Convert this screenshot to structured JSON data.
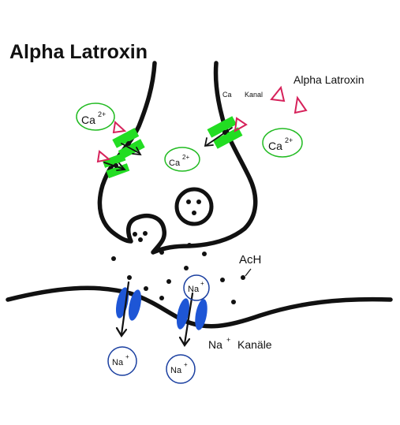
{
  "title": "Alpha Latroxin",
  "legend_toxin": "Alpha Latroxin",
  "ca_channel_label": {
    "ca": "Ca",
    "kanal": "Kanal"
  },
  "ach_label": "AcH",
  "na_channels_label": {
    "na": "Na",
    "sup": "+",
    "kanaele": "Kanäle"
  },
  "calcium_ions": [
    {
      "base": "Ca",
      "charge": "2+"
    },
    {
      "base": "Ca",
      "charge": "2+"
    },
    {
      "base": "Ca",
      "charge": "2+"
    }
  ],
  "sodium_ions": [
    {
      "base": "Na",
      "charge": "+"
    },
    {
      "base": "Na",
      "charge": "+"
    },
    {
      "base": "Na",
      "charge": "+"
    }
  ],
  "colors": {
    "outline": "#111111",
    "ca_channel": "#22dd22",
    "ca_ion_ring": "#22bb22",
    "na_channel": "#1e56d6",
    "na_ion_ring": "#1a3fa0",
    "toxin": "#d6215a",
    "background": "#ffffff"
  }
}
